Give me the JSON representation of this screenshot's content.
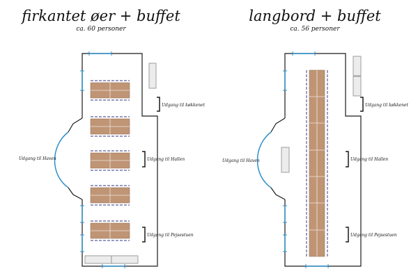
{
  "plans": [
    {
      "title": "firkantet øer + buffet",
      "subtitle": "ca. 60 personer",
      "labels": {
        "kitchen": "Udgang til køkkenet",
        "garden": "Udgang til Haven",
        "hall": "Udgang til Hallen",
        "fireplace": "Udgang til Pejsestuen"
      }
    },
    {
      "title": "langbord + buffet",
      "subtitle": "ca. 56 personer",
      "labels": {
        "kitchen": "Udgang til køkkenet",
        "garden": "Udgang til Haven",
        "hall": "Udgang til Hallen",
        "fireplace": "Udgang til Pejsestuen"
      }
    }
  ],
  "colors": {
    "wall": "#1a1a1a",
    "window": "#2b8fc9",
    "table": "#bf9576",
    "chairs": "#5a5e9e",
    "buffet": "#ececec"
  }
}
